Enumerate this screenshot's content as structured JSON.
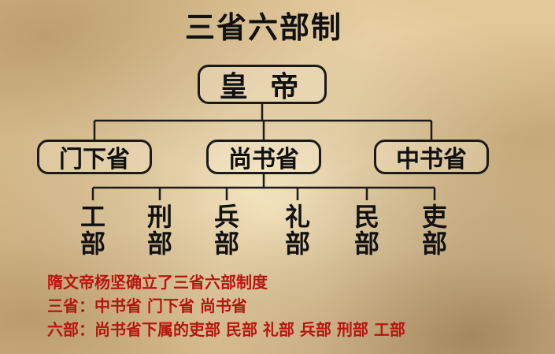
{
  "title": "三省六部制",
  "emperor": "皇 帝",
  "sheng": [
    "门下省",
    "尚书省",
    "中书省"
  ],
  "bu": [
    {
      "name": "工",
      "suffix": "部"
    },
    {
      "name": "刑",
      "suffix": "部"
    },
    {
      "name": "兵",
      "suffix": "部"
    },
    {
      "name": "礼",
      "suffix": "部"
    },
    {
      "name": "民",
      "suffix": "部"
    },
    {
      "name": "吏",
      "suffix": "部"
    }
  ],
  "notes": [
    "隋文帝杨坚确立了三省六部制度",
    "三省：中书省 门下省 尚书省",
    "六部：尚书省下属的吏部 民部 礼部 兵部 刑部 工部"
  ]
}
